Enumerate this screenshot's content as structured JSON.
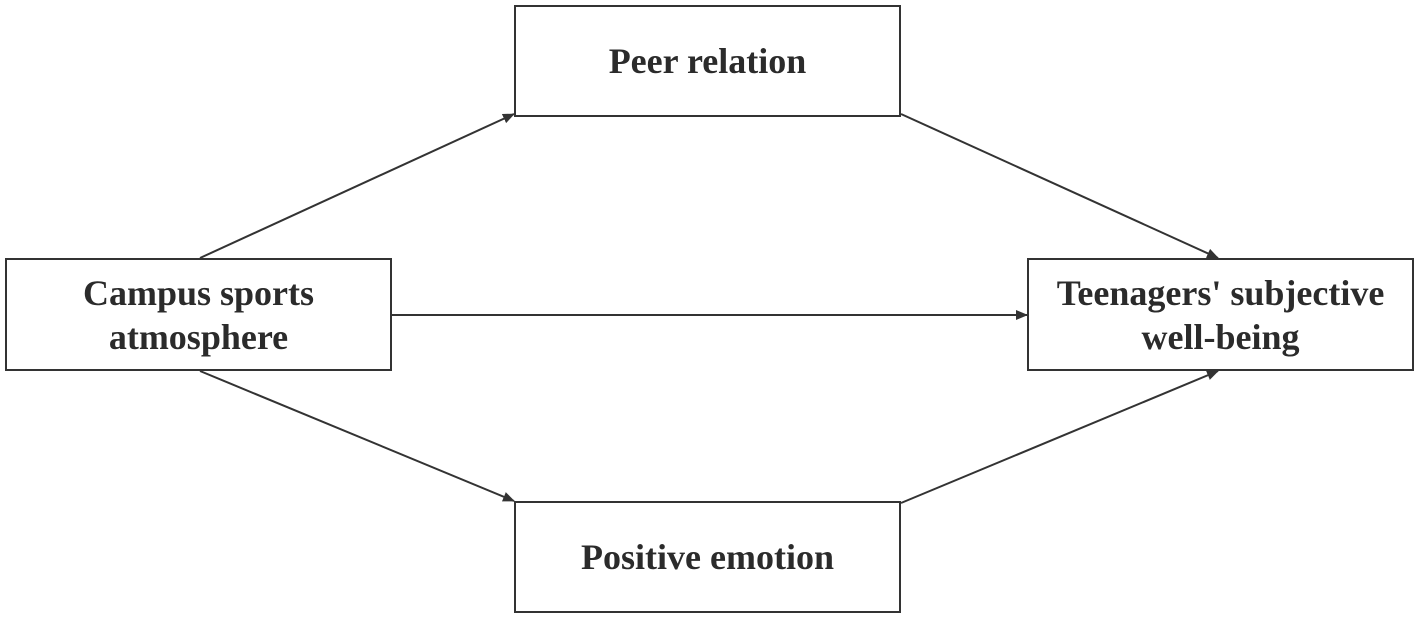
{
  "diagram": {
    "nodes": {
      "peer": {
        "label": "Peer relation"
      },
      "campus": {
        "label": "Campus sports\natmosphere"
      },
      "teen": {
        "label": "Teenagers' subjective\nwell-being"
      },
      "positive": {
        "label": "Positive emotion"
      }
    },
    "edges": [
      {
        "from": "campus",
        "to": "peer"
      },
      {
        "from": "peer",
        "to": "teen"
      },
      {
        "from": "campus",
        "to": "teen"
      },
      {
        "from": "campus",
        "to": "positive"
      },
      {
        "from": "positive",
        "to": "teen"
      }
    ],
    "colors": {
      "stroke": "#333333",
      "text": "#2b2b2b",
      "background": "#ffffff"
    }
  }
}
